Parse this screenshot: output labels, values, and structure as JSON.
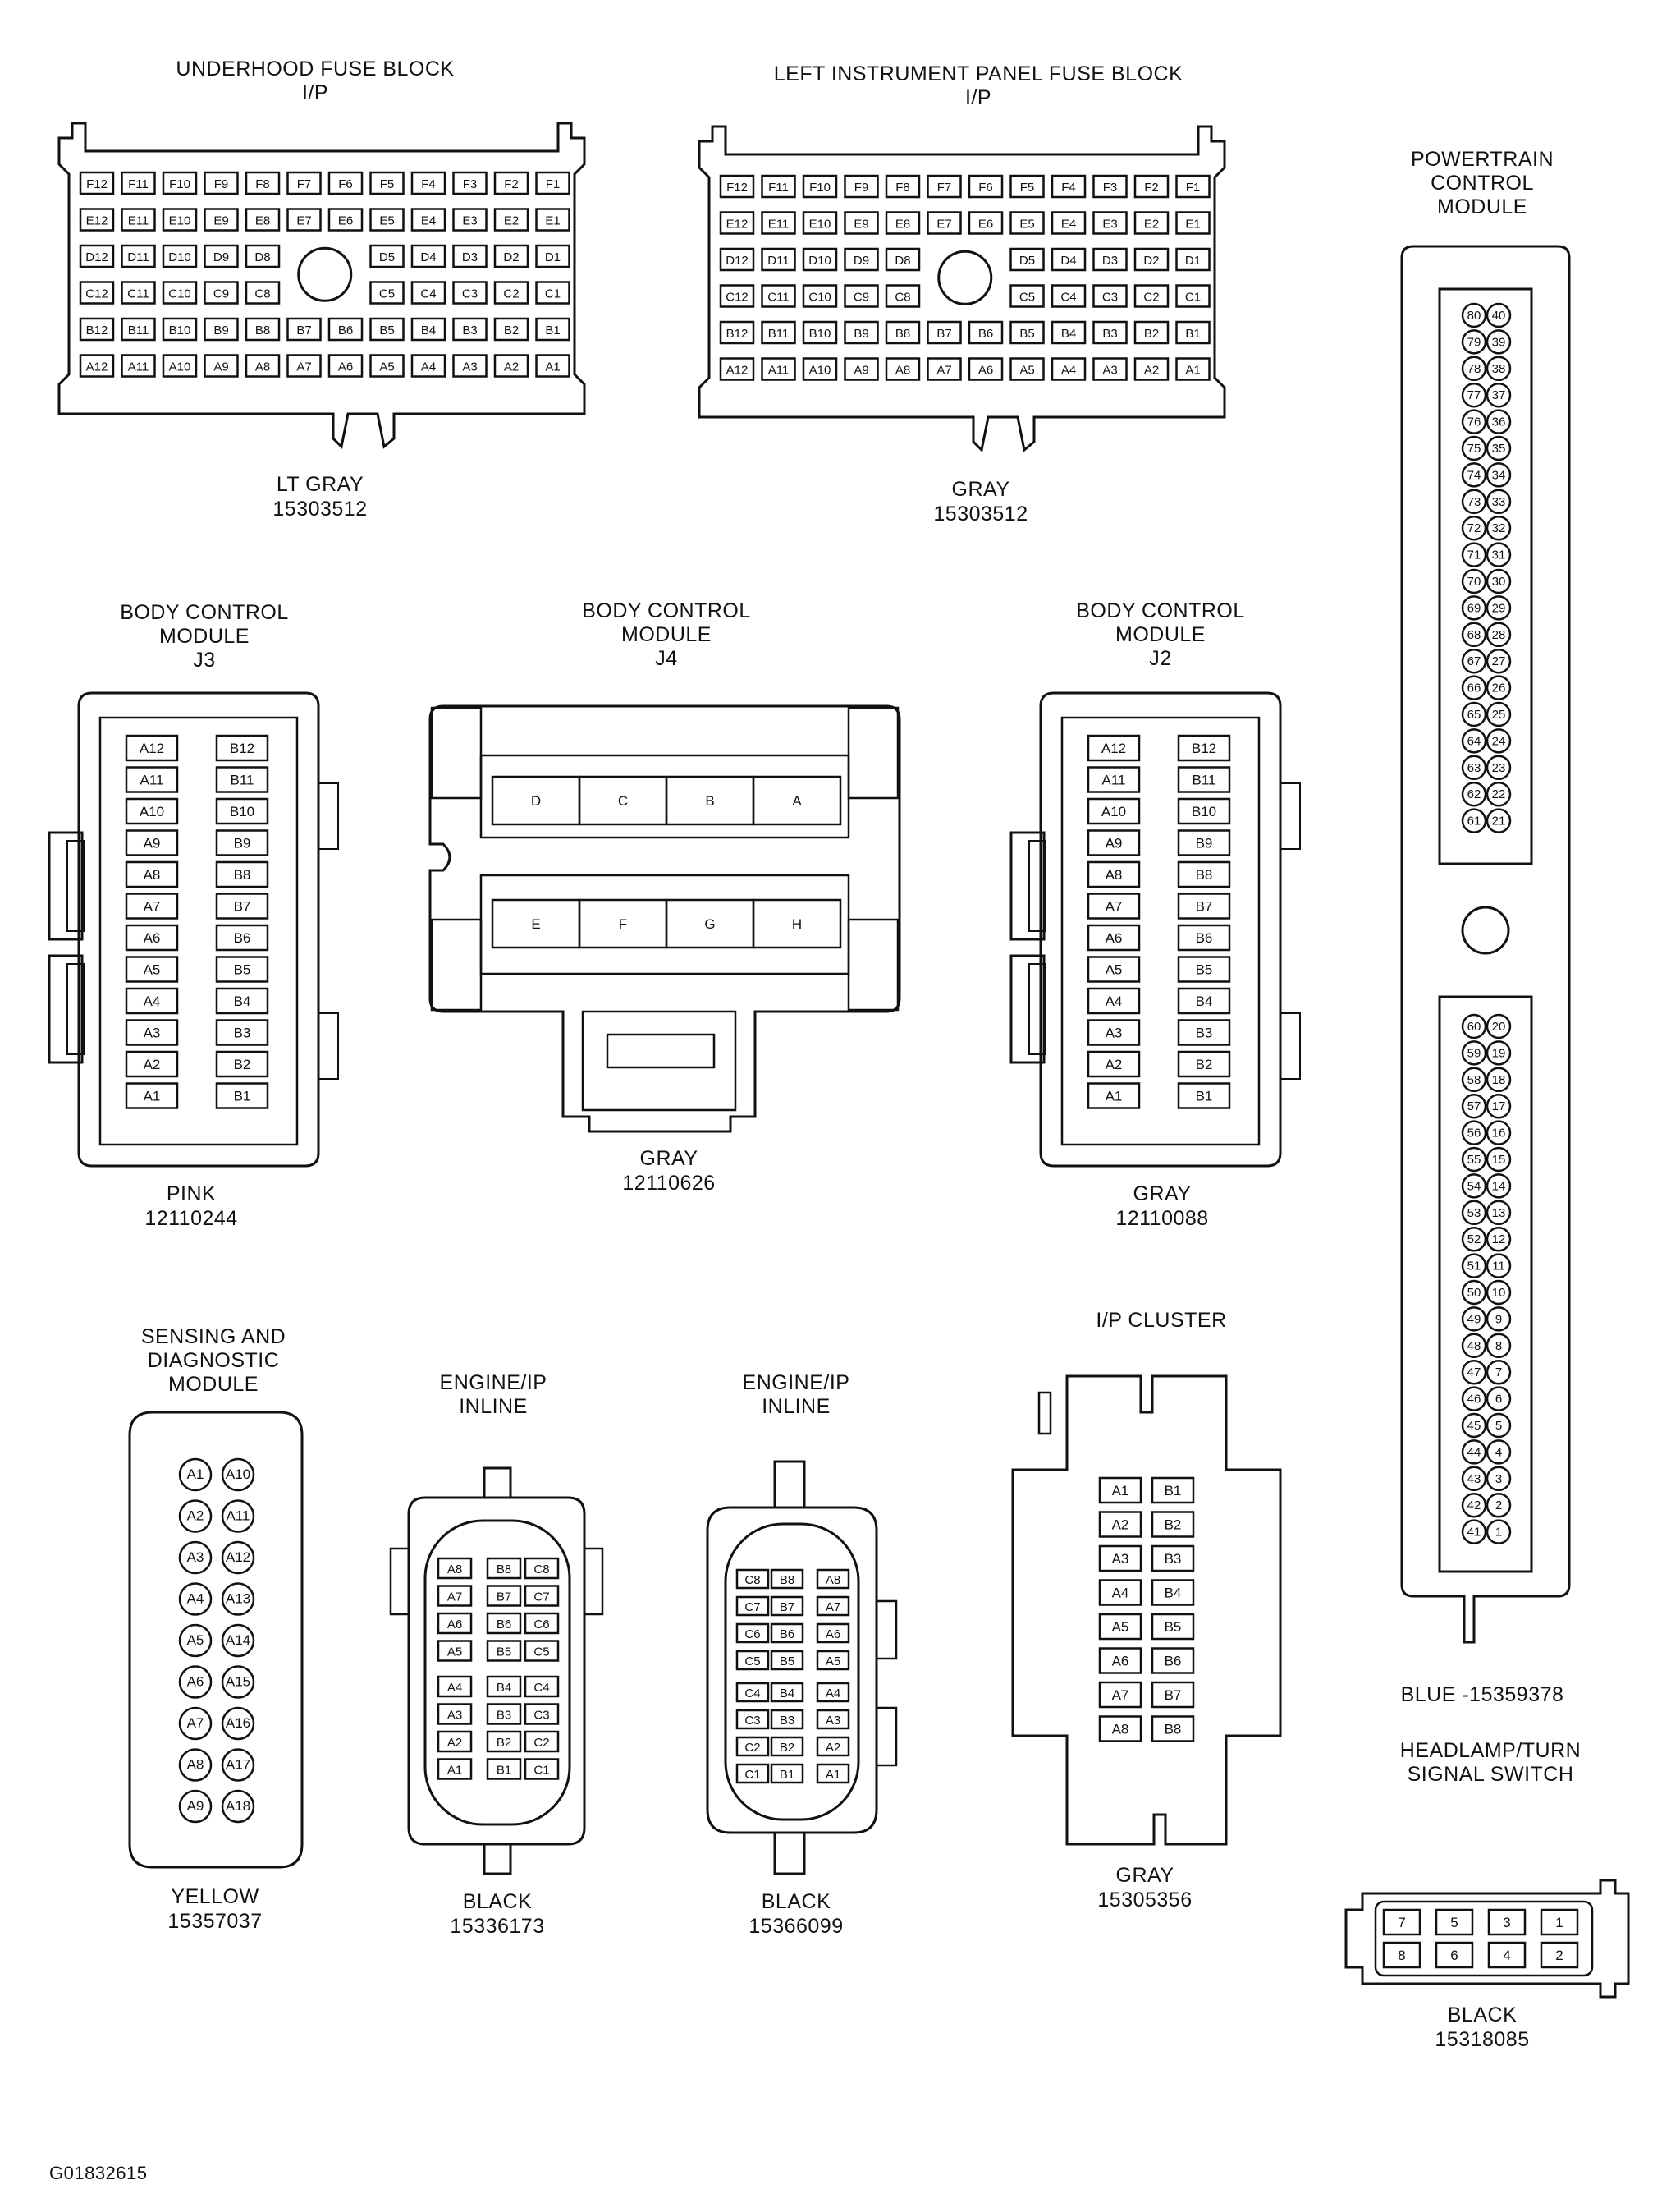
{
  "figure_id": "G01832615",
  "connectors": {
    "underhood_fuse_block": {
      "title": "UNDERHOOD FUSE BLOCK\nI/P",
      "color": "LT GRAY",
      "part": "15303512",
      "rows": [
        [
          "F12",
          "F11",
          "F10",
          "F9",
          "F8",
          "F7",
          "F6",
          "F5",
          "F4",
          "F3",
          "F2",
          "F1"
        ],
        [
          "E12",
          "E11",
          "E10",
          "E9",
          "E8",
          "E7",
          "E6",
          "E5",
          "E4",
          "E3",
          "E2",
          "E1"
        ],
        [
          "D12",
          "D11",
          "D10",
          "D9",
          "D8",
          "",
          "",
          "D5",
          "D4",
          "D3",
          "D2",
          "D1"
        ],
        [
          "C12",
          "C11",
          "C10",
          "C9",
          "C8",
          "",
          "",
          "C5",
          "C4",
          "C3",
          "C2",
          "C1"
        ],
        [
          "B12",
          "B11",
          "B10",
          "B9",
          "B8",
          "B7",
          "B6",
          "B5",
          "B4",
          "B3",
          "B2",
          "B1"
        ],
        [
          "A12",
          "A11",
          "A10",
          "A9",
          "A8",
          "A7",
          "A6",
          "A5",
          "A4",
          "A3",
          "A2",
          "A1"
        ]
      ]
    },
    "left_ip_fuse_block": {
      "title": "LEFT INSTRUMENT PANEL FUSE BLOCK\nI/P",
      "color": "GRAY",
      "part": "15303512",
      "rows": [
        [
          "F12",
          "F11",
          "F10",
          "F9",
          "F8",
          "F7",
          "F6",
          "F5",
          "F4",
          "F3",
          "F2",
          "F1"
        ],
        [
          "E12",
          "E11",
          "E10",
          "E9",
          "E8",
          "E7",
          "E6",
          "E5",
          "E4",
          "E3",
          "E2",
          "E1"
        ],
        [
          "D12",
          "D11",
          "D10",
          "D9",
          "D8",
          "",
          "",
          "D5",
          "D4",
          "D3",
          "D2",
          "D1"
        ],
        [
          "C12",
          "C11",
          "C10",
          "C9",
          "C8",
          "",
          "",
          "C5",
          "C4",
          "C3",
          "C2",
          "C1"
        ],
        [
          "B12",
          "B11",
          "B10",
          "B9",
          "B8",
          "B7",
          "B6",
          "B5",
          "B4",
          "B3",
          "B2",
          "B1"
        ],
        [
          "A12",
          "A11",
          "A10",
          "A9",
          "A8",
          "A7",
          "A6",
          "A5",
          "A4",
          "A3",
          "A2",
          "A1"
        ]
      ]
    },
    "pcm": {
      "title": "POWERTRAIN\nCONTROL\nMODULE",
      "color_part": "BLUE -15359378",
      "upper_pairs": [
        [
          "80",
          "40"
        ],
        [
          "79",
          "39"
        ],
        [
          "78",
          "38"
        ],
        [
          "77",
          "37"
        ],
        [
          "76",
          "36"
        ],
        [
          "75",
          "35"
        ],
        [
          "74",
          "34"
        ],
        [
          "73",
          "33"
        ],
        [
          "72",
          "32"
        ],
        [
          "71",
          "31"
        ],
        [
          "70",
          "30"
        ],
        [
          "69",
          "29"
        ],
        [
          "68",
          "28"
        ],
        [
          "67",
          "27"
        ],
        [
          "66",
          "26"
        ],
        [
          "65",
          "25"
        ],
        [
          "64",
          "24"
        ],
        [
          "63",
          "23"
        ],
        [
          "62",
          "22"
        ],
        [
          "61",
          "21"
        ]
      ],
      "lower_pairs": [
        [
          "60",
          "20"
        ],
        [
          "59",
          "19"
        ],
        [
          "58",
          "18"
        ],
        [
          "57",
          "17"
        ],
        [
          "56",
          "16"
        ],
        [
          "55",
          "15"
        ],
        [
          "54",
          "14"
        ],
        [
          "53",
          "13"
        ],
        [
          "52",
          "12"
        ],
        [
          "51",
          "11"
        ],
        [
          "50",
          "10"
        ],
        [
          "49",
          "9"
        ],
        [
          "48",
          "8"
        ],
        [
          "47",
          "7"
        ],
        [
          "46",
          "6"
        ],
        [
          "45",
          "5"
        ],
        [
          "44",
          "4"
        ],
        [
          "43",
          "3"
        ],
        [
          "42",
          "2"
        ],
        [
          "41",
          "1"
        ]
      ]
    },
    "bcm_j3": {
      "title": "BODY CONTROL\nMODULE\nJ3",
      "color": "PINK",
      "part": "12110244",
      "left": [
        "A12",
        "A11",
        "A10",
        "A9",
        "A8",
        "A7",
        "A6",
        "A5",
        "A4",
        "A3",
        "A2",
        "A1"
      ],
      "right": [
        "B12",
        "B11",
        "B10",
        "B9",
        "B8",
        "B7",
        "B6",
        "B5",
        "B4",
        "B3",
        "B2",
        "B1"
      ]
    },
    "bcm_j4": {
      "title": "BODY CONTROL\nMODULE\nJ4",
      "color": "GRAY",
      "part": "12110626",
      "top": [
        "D",
        "C",
        "B",
        "A"
      ],
      "bottom": [
        "E",
        "F",
        "G",
        "H"
      ]
    },
    "bcm_j2": {
      "title": "BODY CONTROL\nMODULE\nJ2",
      "color": "GRAY",
      "part": "12110088",
      "left": [
        "A12",
        "A11",
        "A10",
        "A9",
        "A8",
        "A7",
        "A6",
        "A5",
        "A4",
        "A3",
        "A2",
        "A1"
      ],
      "right": [
        "B12",
        "B11",
        "B10",
        "B9",
        "B8",
        "B7",
        "B6",
        "B5",
        "B4",
        "B3",
        "B2",
        "B1"
      ]
    },
    "sdm": {
      "title": "SENSING AND\nDIAGNOSTIC\nMODULE",
      "color": "YELLOW",
      "part": "15357037",
      "pairs": [
        [
          "A1",
          "A10"
        ],
        [
          "A2",
          "A11"
        ],
        [
          "A3",
          "A12"
        ],
        [
          "A4",
          "A13"
        ],
        [
          "A5",
          "A14"
        ],
        [
          "A6",
          "A15"
        ],
        [
          "A7",
          "A16"
        ],
        [
          "A8",
          "A17"
        ],
        [
          "A9",
          "A18"
        ]
      ]
    },
    "engine_ip_inline_1": {
      "title": "ENGINE/IP\nINLINE",
      "color": "BLACK",
      "part": "15336173",
      "rows": [
        [
          "A8",
          "B8",
          "C8"
        ],
        [
          "A7",
          "B7",
          "C7"
        ],
        [
          "A6",
          "B6",
          "C6"
        ],
        [
          "A5",
          "B5",
          "C5"
        ],
        [
          "A4",
          "B4",
          "C4"
        ],
        [
          "A3",
          "B3",
          "C3"
        ],
        [
          "A2",
          "B2",
          "C2"
        ],
        [
          "A1",
          "B1",
          "C1"
        ]
      ]
    },
    "engine_ip_inline_2": {
      "title": "ENGINE/IP\nINLINE",
      "color": "BLACK",
      "part": "15366099",
      "rows": [
        [
          "C8",
          "B8",
          "A8"
        ],
        [
          "C7",
          "B7",
          "A7"
        ],
        [
          "C6",
          "B6",
          "A6"
        ],
        [
          "C5",
          "B5",
          "A5"
        ],
        [
          "C4",
          "B4",
          "A4"
        ],
        [
          "C3",
          "B3",
          "A3"
        ],
        [
          "C2",
          "B2",
          "A2"
        ],
        [
          "C1",
          "B1",
          "A1"
        ]
      ]
    },
    "ip_cluster": {
      "title": "I/P CLUSTER",
      "color": "GRAY",
      "part": "15305356",
      "left": [
        "A1",
        "A2",
        "A3",
        "A4",
        "A5",
        "A6",
        "A7",
        "A8"
      ],
      "right": [
        "B1",
        "B2",
        "B3",
        "B4",
        "B5",
        "B6",
        "B7",
        "B8"
      ]
    },
    "headlamp_switch": {
      "title": "HEADLAMP/TURN\nSIGNAL SWITCH",
      "color": "BLACK",
      "part": "15318085",
      "top": [
        "7",
        "5",
        "3",
        "1"
      ],
      "bottom": [
        "8",
        "6",
        "4",
        "2"
      ]
    }
  }
}
